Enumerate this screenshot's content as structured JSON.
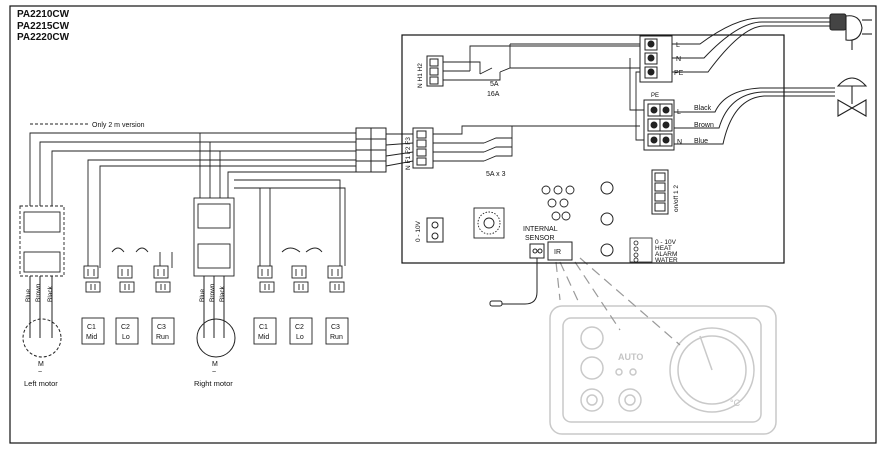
{
  "models": [
    "PA2210CW",
    "PA2215CW",
    "PA2220CW"
  ],
  "note": "Only 2 m version",
  "supply": {
    "l": "L",
    "n": "N",
    "pe": "PE"
  },
  "valve": {
    "black": "Black",
    "brown": "Brown",
    "blue": "Blue",
    "l": "L",
    "n": "N"
  },
  "board": {
    "hz_terminal": "N H1 H2",
    "fan_terminal": "N F1 F2 F3",
    "fuse_16a": "16A",
    "fuse_5a": "5A",
    "fuse_5ax3": "5A x 3",
    "pe": "PE",
    "onoff": "on/off 1 2",
    "zero_ten": "0 - 10V",
    "internal_sensor_line1": "INTERNAL",
    "internal_sensor_line2": "SENSOR",
    "ir": "IR",
    "legend": [
      "0 - 10V",
      "HEAT",
      "ALARM",
      "WATER"
    ]
  },
  "left_motor": {
    "wires": [
      "Blue",
      "Brown",
      "Black"
    ],
    "caps": [
      {
        "name": "C1",
        "speed": "Mid"
      },
      {
        "name": "C2",
        "speed": "Lo"
      },
      {
        "name": "C3",
        "speed": "Run"
      }
    ],
    "m": "M",
    "tilde": "~",
    "label": "Left motor"
  },
  "right_motor": {
    "wires": [
      "Blue",
      "Brown",
      "Black"
    ],
    "caps": [
      {
        "name": "C1",
        "speed": "Mid"
      },
      {
        "name": "C2",
        "speed": "Lo"
      },
      {
        "name": "C3",
        "speed": "Run"
      }
    ],
    "m": "M",
    "tilde": "~",
    "label": "Right motor"
  },
  "panel": {
    "auto": "AUTO",
    "celsius": "°C"
  }
}
